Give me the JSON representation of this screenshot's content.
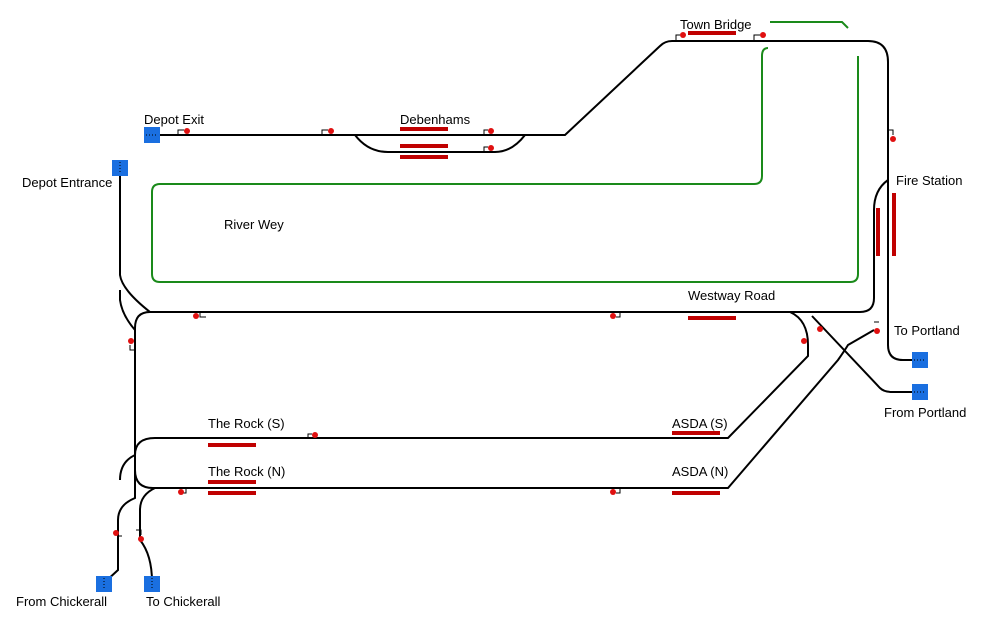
{
  "diagram": {
    "labels": {
      "depot_exit": "Depot Exit",
      "depot_entrance": "Depot Entrance",
      "debenhams": "Debenhams",
      "town_bridge": "Town Bridge",
      "fire_station": "Fire Station",
      "river_wey": "River Wey",
      "westway_road": "Westway Road",
      "to_portland": "To Portland",
      "from_portland": "From Portland",
      "the_rock_s": "The Rock (S)",
      "the_rock_n": "The Rock (N)",
      "asda_s": "ASDA (S)",
      "asda_n": "ASDA (N)",
      "from_chickerall": "From Chickerall",
      "to_chickerall": "To Chickerall"
    },
    "colors": {
      "track": "#000000",
      "river": "#1a8a1a",
      "platform": "#c00000",
      "signal": "#e01010",
      "endpoint": "#1a6fe0"
    }
  }
}
